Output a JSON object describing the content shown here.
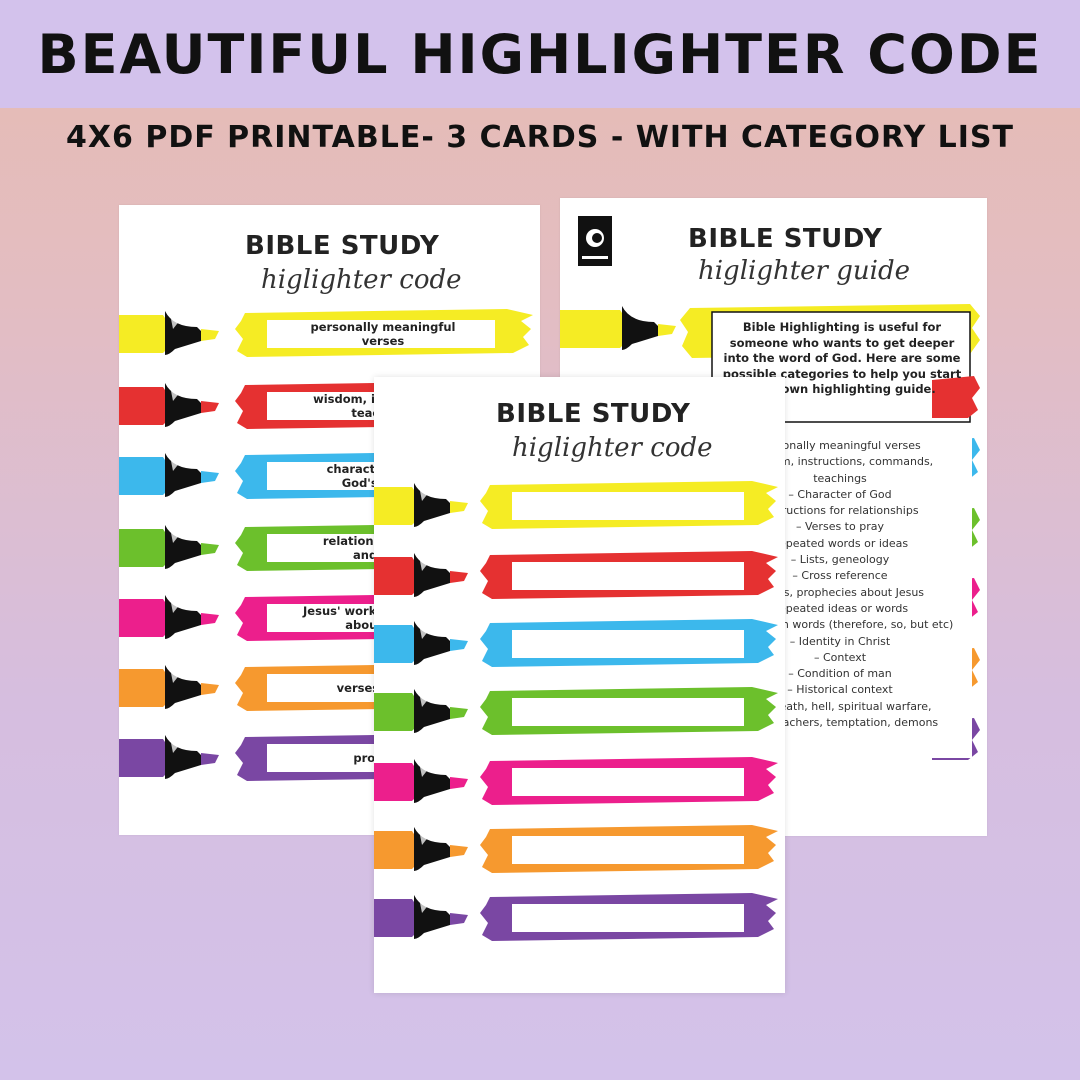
{
  "header": {
    "title": "BEAUTIFUL HIGHLIGHTER CODE",
    "subtitle": "4X6 PDF PRINTABLE- 3 CARDS - WITH CATEGORY LIST"
  },
  "colors": {
    "yellow": "#f5ec24",
    "red": "#e53131",
    "blue": "#3cb8ec",
    "green": "#6cc02c",
    "pink": "#ec1f8c",
    "orange": "#f6992f",
    "purple": "#7a47a3",
    "band_purple": "#d3c2ec"
  },
  "card_left": {
    "title": "BIBLE STUDY",
    "script": "higlighter code",
    "labels": [
      [
        "personally meaningful",
        "verses"
      ],
      [
        "wisdom, instructions,",
        "teachings"
      ],
      [
        "character of God,",
        "God's names"
      ],
      [
        "relationships, love",
        "and trust"
      ],
      [
        "Jesus' works, prophecies",
        "about Jesus"
      ],
      [
        "verses to pray"
      ],
      [
        "promises"
      ]
    ]
  },
  "card_right": {
    "title": "BIBLE STUDY",
    "script": "higlighter guide",
    "intro": "Bible Highlighting is useful for someone who wants to get deeper into the word of God. Here are some possible categories to help you start your own highlighting guide.",
    "list": [
      "Personally meaningful verses",
      "Wisdom, instructions, commands,",
      "teachings",
      "– Character of God",
      "Instructions for relationships",
      "– Verses to pray",
      "Repeated words or ideas",
      "– Lists, geneology",
      "– Cross reference",
      "Works, prophecies about Jesus",
      "Repeated ideas or words",
      "Connection words (therefore, so, but etc)",
      "– Identity in Christ",
      "– Context",
      "– Condition of man",
      "– Historical context",
      "Sin, death, hell, spiritual warfare,",
      "false teachers, temptation, demons"
    ]
  },
  "card_front": {
    "title": "BIBLE STUDY",
    "script": "higlighter code"
  }
}
